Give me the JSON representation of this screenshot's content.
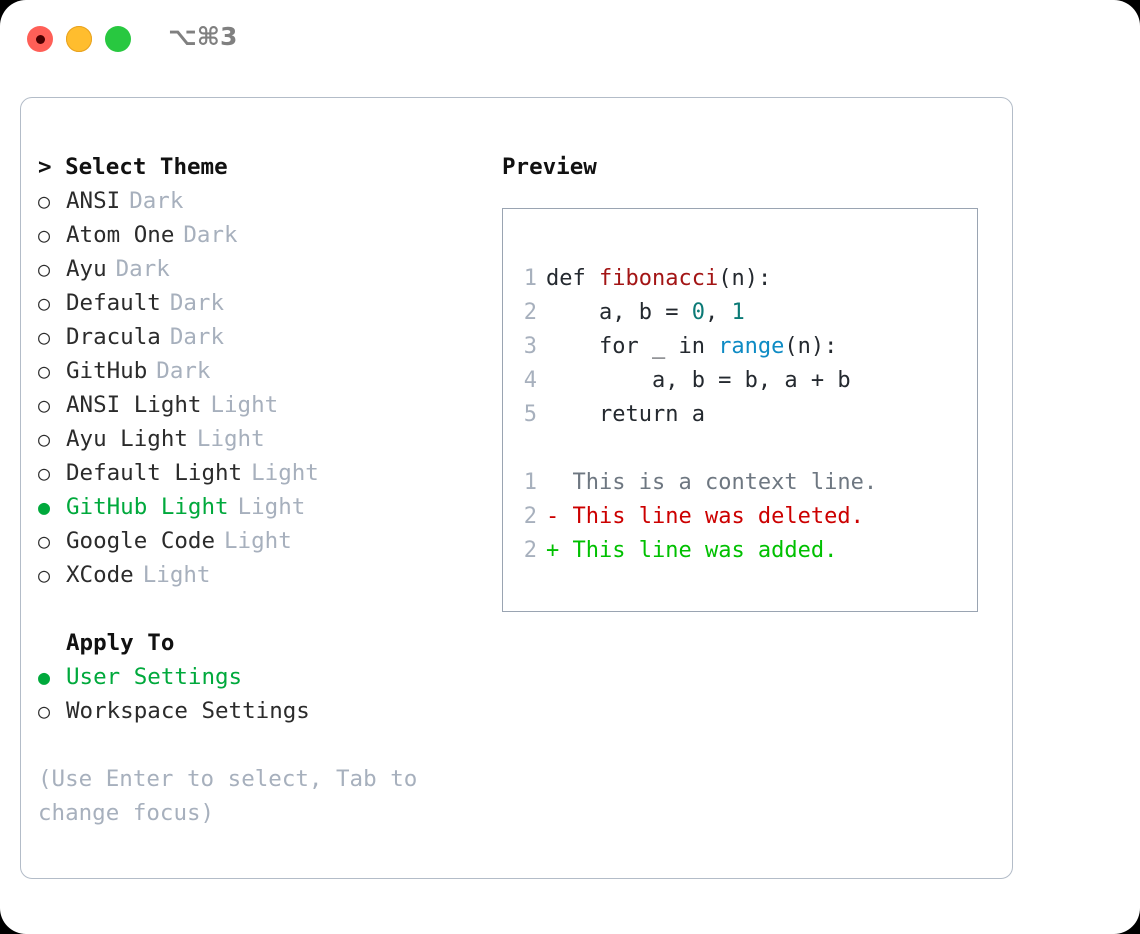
{
  "window": {
    "title": "⌥⌘3",
    "traffic_lights": [
      {
        "name": "close",
        "color": "#ff5f57"
      },
      {
        "name": "minimize",
        "color": "#ffbd2e"
      },
      {
        "name": "zoom",
        "color": "#28c840"
      }
    ]
  },
  "theme_picker": {
    "header": "> Select Theme",
    "options": [
      {
        "bullet": "○",
        "label": "ANSI",
        "kind": "Dark",
        "selected": false
      },
      {
        "bullet": "○",
        "label": "Atom One",
        "kind": "Dark",
        "selected": false
      },
      {
        "bullet": "○",
        "label": "Ayu",
        "kind": "Dark",
        "selected": false
      },
      {
        "bullet": "○",
        "label": "Default",
        "kind": "Dark",
        "selected": false
      },
      {
        "bullet": "○",
        "label": "Dracula",
        "kind": "Dark",
        "selected": false
      },
      {
        "bullet": "○",
        "label": "GitHub",
        "kind": "Dark",
        "selected": false
      },
      {
        "bullet": "○",
        "label": "ANSI Light",
        "kind": "Light",
        "selected": false
      },
      {
        "bullet": "○",
        "label": "Ayu Light",
        "kind": "Light",
        "selected": false
      },
      {
        "bullet": "○",
        "label": "Default Light",
        "kind": "Light",
        "selected": false
      },
      {
        "bullet": "●",
        "label": "GitHub Light",
        "kind": "Light",
        "selected": true
      },
      {
        "bullet": "○",
        "label": "Google Code",
        "kind": "Light",
        "selected": false
      },
      {
        "bullet": "○",
        "label": "XCode",
        "kind": "Light",
        "selected": false
      }
    ]
  },
  "apply_to": {
    "header": "Apply To",
    "options": [
      {
        "bullet": "●",
        "label": "User Settings",
        "selected": true
      },
      {
        "bullet": "○",
        "label": "Workspace Settings",
        "selected": false
      }
    ]
  },
  "hint": "(Use Enter to select, Tab to change focus)",
  "preview": {
    "title": "Preview",
    "code_lines": [
      {
        "number": "1",
        "tokens": [
          {
            "text": "def ",
            "type": "plain"
          },
          {
            "text": "fibonacci",
            "type": "fn"
          },
          {
            "text": "(n):",
            "type": "plain"
          }
        ]
      },
      {
        "number": "2",
        "tokens": [
          {
            "text": "    a, b = ",
            "type": "plain"
          },
          {
            "text": "0",
            "type": "num"
          },
          {
            "text": ", ",
            "type": "plain"
          },
          {
            "text": "1",
            "type": "num"
          }
        ]
      },
      {
        "number": "3",
        "tokens": [
          {
            "text": "    for _ in ",
            "type": "plain"
          },
          {
            "text": "range",
            "type": "call"
          },
          {
            "text": "(n):",
            "type": "plain"
          }
        ]
      },
      {
        "number": "4",
        "tokens": [
          {
            "text": "        a, b = b, a + b",
            "type": "plain"
          }
        ]
      },
      {
        "number": "5",
        "tokens": [
          {
            "text": "    return a",
            "type": "plain"
          }
        ]
      }
    ],
    "diff_lines": [
      {
        "number": "1",
        "marker": "  ",
        "text": "This is a context line.",
        "type": "context"
      },
      {
        "number": "2",
        "marker": "- ",
        "text": "This line was deleted.",
        "type": "deleted"
      },
      {
        "number": "2",
        "marker": "+ ",
        "text": "This line was added.",
        "type": "added"
      }
    ]
  },
  "colors": {
    "accent_green": "#00a93c",
    "muted": "#a7b0bd",
    "panel_border": "#b3bcc8",
    "preview_border": "#9aa4b2",
    "diff_deleted": "#cc0000",
    "diff_added": "#00c000",
    "syntax_function": "#a31515",
    "syntax_number": "#0b7a76",
    "syntax_call": "#0e8bc4"
  }
}
